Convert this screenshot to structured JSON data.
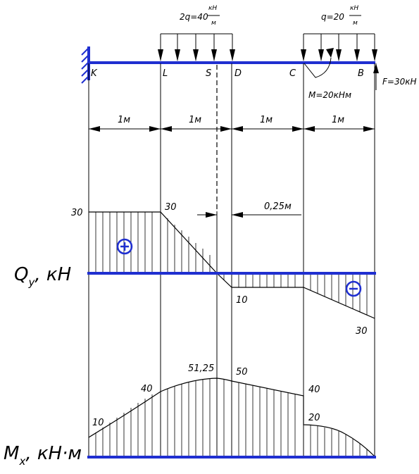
{
  "loads": {
    "q2": {
      "prefix": "2q=40",
      "unit_num": "кН",
      "unit_den": "м"
    },
    "q": {
      "prefix": "q=20",
      "unit_num": "кН",
      "unit_den": "м"
    },
    "moment": "M=20кНм",
    "force": "F=30кН"
  },
  "points": {
    "K": "K",
    "L": "L",
    "S": "S",
    "D": "D",
    "C": "C",
    "B": "B"
  },
  "dimensions": {
    "seg1": "1м",
    "seg2": "1м",
    "seg3": "1м",
    "seg4": "1м",
    "offset": "0,25м"
  },
  "q_diagram": {
    "axis_main": "Q",
    "axis_sub": "y",
    "axis_unit": ", кН",
    "values": {
      "v30_left": "30",
      "v30_L": "30",
      "v10": "10",
      "v30_B": "30"
    },
    "signs": {
      "plus": "+",
      "minus": "−"
    }
  },
  "m_diagram": {
    "axis_main": "M",
    "axis_sub": "x",
    "axis_unit": ", кН·м",
    "values": {
      "v10": "10",
      "v40_L": "40",
      "v5125": "51,25",
      "v50": "50",
      "v40_C": "40",
      "v20": "20"
    }
  },
  "colors": {
    "beam": "#1f2fd0",
    "ink": "#000000"
  }
}
